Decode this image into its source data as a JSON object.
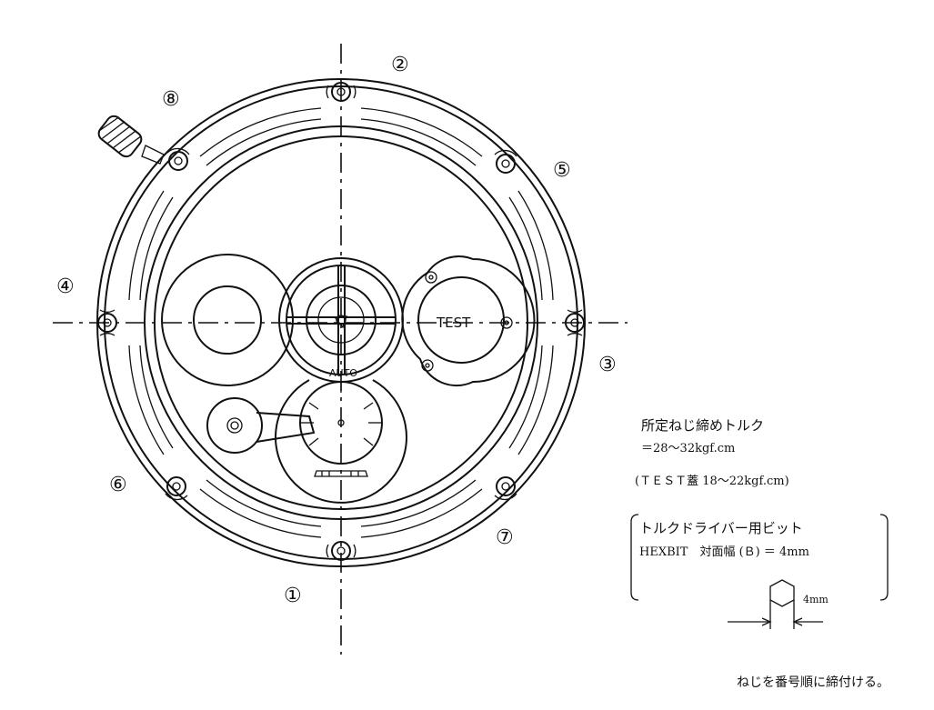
{
  "labels": {
    "n1": "①",
    "n2": "②",
    "n3": "③",
    "n4": "④",
    "n5": "⑤",
    "n6": "⑥",
    "n7": "⑦",
    "n8": "⑧"
  },
  "dial": {
    "auto": "AUTO",
    "test": "TEST"
  },
  "notes": {
    "torque_title": "所定ねじ締めトルク",
    "torque_value": "＝28～32kgf.cm",
    "test_cover": "(ＴＥＳＴ蓋 18～22kgf.cm)",
    "bit_title": "トルクドライバー用ビット",
    "bit_spec": "HEXBIT　対面幅 (Ｂ) ＝ 4mm",
    "bit_dim": "4mm",
    "order": "ねじを番号順に締付ける。"
  }
}
